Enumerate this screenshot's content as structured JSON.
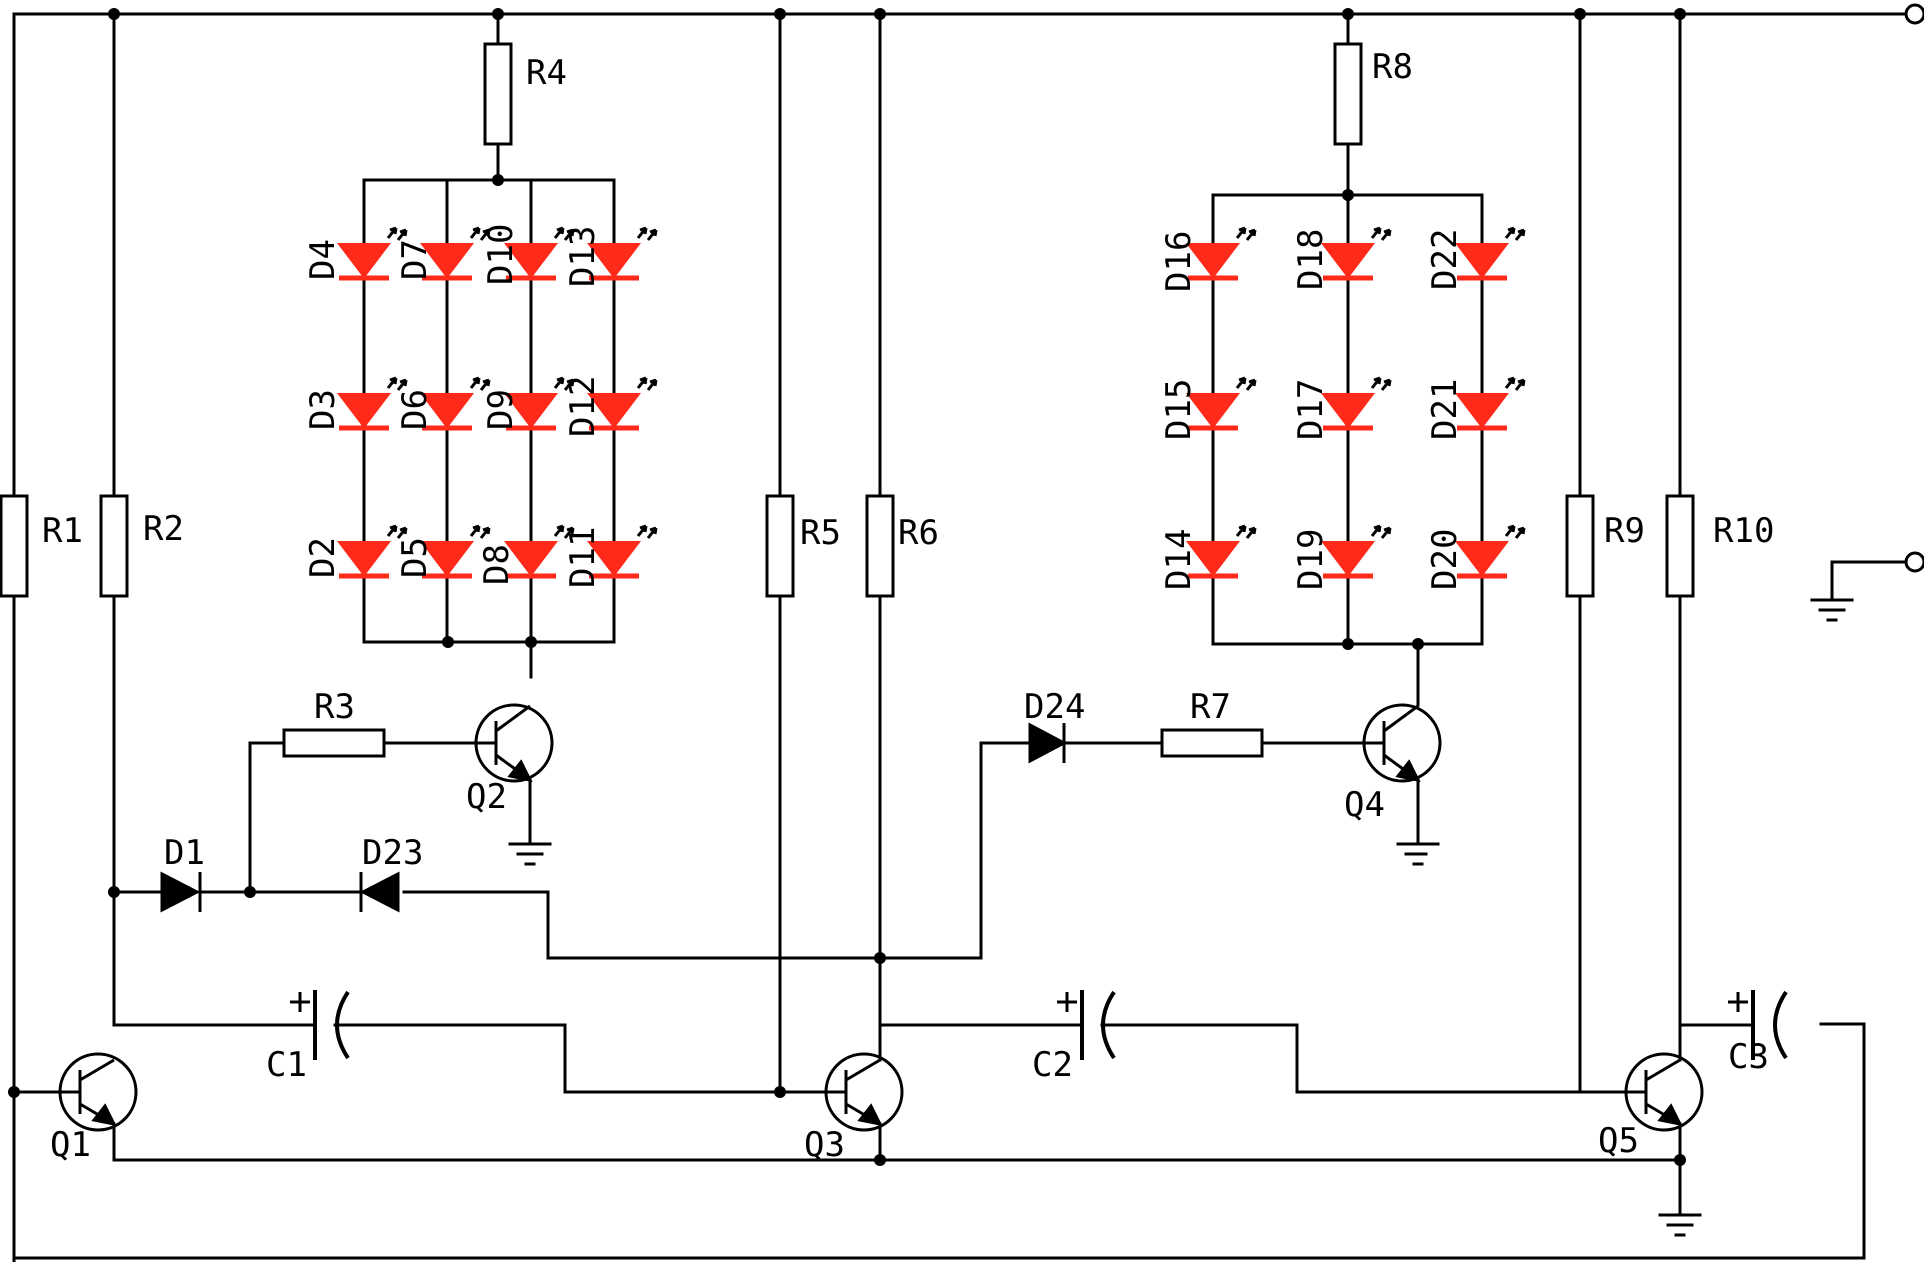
{
  "diagram": {
    "resistors": [
      "R1",
      "R2",
      "R3",
      "R4",
      "R5",
      "R6",
      "R7",
      "R8",
      "R9",
      "R10"
    ],
    "capacitors": [
      "C1",
      "C2",
      "C3"
    ],
    "transistors": [
      "Q1",
      "Q2",
      "Q3",
      "Q4",
      "Q5"
    ],
    "diodes": [
      "D1",
      "D23",
      "D24"
    ],
    "leds": [
      "D2",
      "D3",
      "D4",
      "D5",
      "D6",
      "D7",
      "D8",
      "D9",
      "D10",
      "D11",
      "D12",
      "D13",
      "D14",
      "D15",
      "D16",
      "D17",
      "D18",
      "D19",
      "D20",
      "D21",
      "D22"
    ],
    "colors": {
      "wire": "#000000",
      "led": "#ff2a1a"
    }
  }
}
